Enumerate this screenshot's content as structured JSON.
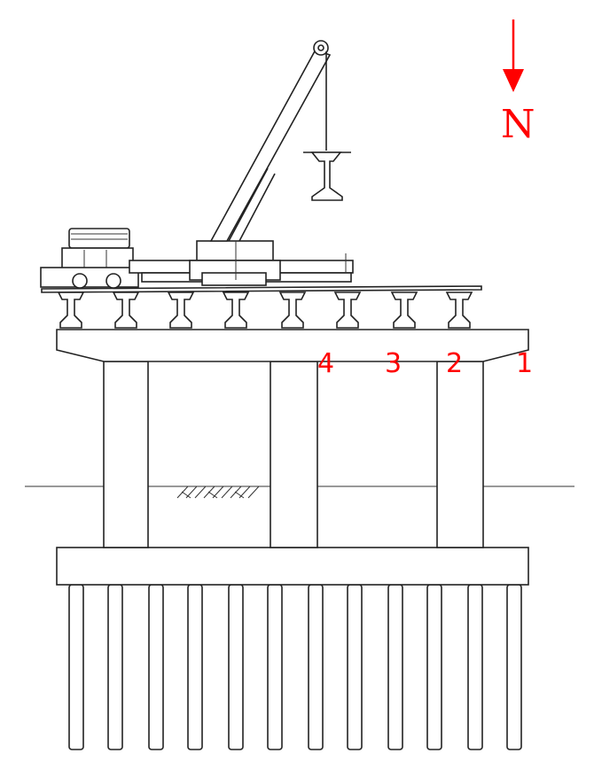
{
  "compass": {
    "label": "N",
    "arrow_color": "#ff0000"
  },
  "girder_labels": [
    "4",
    "3",
    "2",
    "1"
  ],
  "label_color": "#ff0000",
  "icons": {
    "crane": "crane-truck-icon",
    "girder": "i-beam-girder-icon",
    "north_arrow": "north-arrow-icon",
    "soil": "soil-hatch-icon"
  }
}
